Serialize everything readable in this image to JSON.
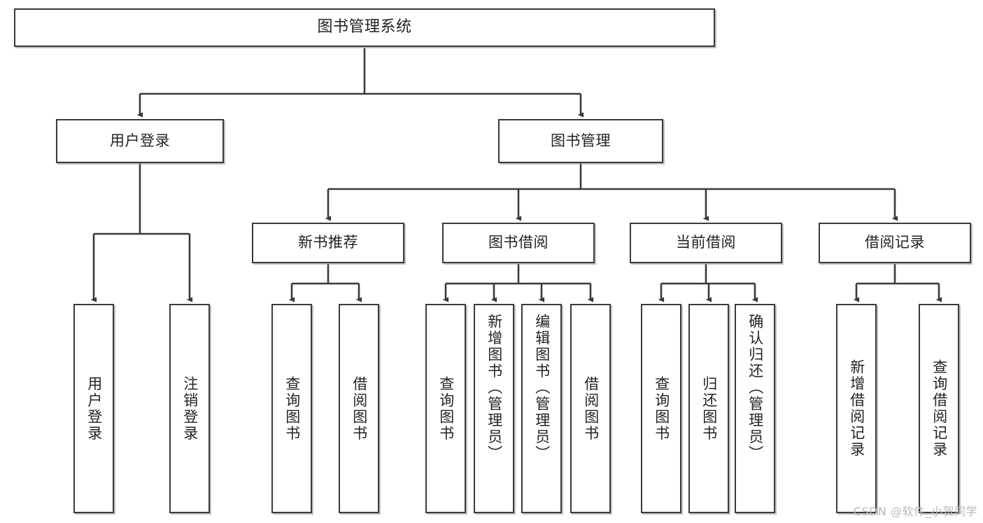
{
  "diagram": {
    "type": "tree-hierarchy",
    "title": "图书管理系统",
    "watermark": "CSDN @软件_小贺同学",
    "colors": {
      "stroke": "#3a3a3a",
      "box_fill": "#ffffff",
      "text": "#232323",
      "shadow": "#8c8c8c",
      "watermark": "#b9b9b9",
      "background": "#ffffff"
    },
    "levels": {
      "root": {
        "label": "图书管理系统"
      },
      "level2": [
        {
          "label": "用户登录"
        },
        {
          "label": "图书管理"
        }
      ],
      "level3": [
        {
          "label": "新书推荐"
        },
        {
          "label": "图书借阅"
        },
        {
          "label": "当前借阅"
        },
        {
          "label": "借阅记录"
        }
      ]
    },
    "leaves": {
      "user_login": [
        {
          "label": "用户登录"
        },
        {
          "label": "注销登录"
        }
      ],
      "new_book_recommend": [
        {
          "label": "查询图书"
        },
        {
          "label": "借阅图书"
        }
      ],
      "book_borrow": [
        {
          "label": "查询图书"
        },
        {
          "label": "新增图书（管理员）"
        },
        {
          "label": "编辑图书（管理员）"
        },
        {
          "label": "借阅图书"
        }
      ],
      "current_borrow": [
        {
          "label": "查询图书"
        },
        {
          "label": "归还图书"
        },
        {
          "label": "确认归还（管理员）"
        }
      ],
      "borrow_record": [
        {
          "label": "新增借阅记录"
        },
        {
          "label": "查询借阅记录"
        }
      ]
    }
  }
}
